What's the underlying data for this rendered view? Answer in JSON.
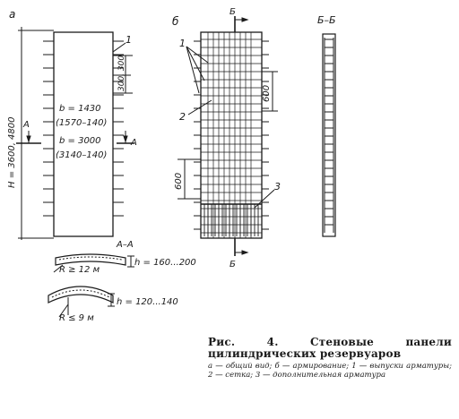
{
  "labels": {
    "view_a": "а",
    "view_b": "б",
    "view_bb": "Б–Б",
    "section_aa": "А–А",
    "cut_A": "А",
    "cut_B": "Б",
    "callout_1": "1",
    "callout_2": "2",
    "callout_3": "3"
  },
  "panel_a": {
    "height_dim": "H = 3600, 4800",
    "b1": "b = 1430",
    "b1_sub": "(1570–140)",
    "b2": "b = 3000",
    "b2_sub": "(3140–140)",
    "spacing": "300, 300"
  },
  "panel_b": {
    "dim_upper": "600",
    "dim_lower": "600"
  },
  "sections": {
    "radius_1": "R ≥ 12 м",
    "thickness_1": "h = 160...200",
    "radius_2": "R ≤ 9 м",
    "thickness_2": "h = 120...140"
  },
  "caption": {
    "title": "Рис. 4. Стеновые панели цилиндрических резервуаров",
    "legend": "а — общий вид; б — армирование; 1 — выпуски арматуры; 2 — сетка; 3 — дополнительная арматура"
  }
}
